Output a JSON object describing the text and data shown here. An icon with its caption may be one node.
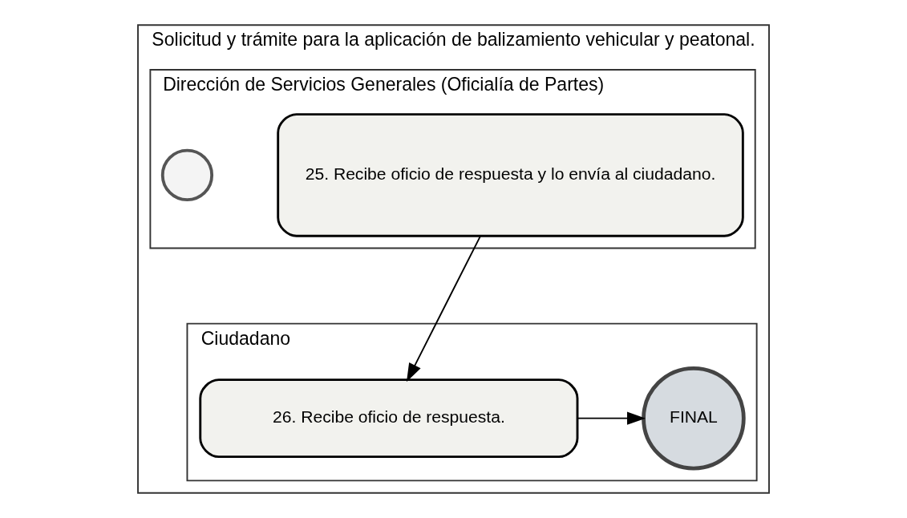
{
  "diagram": {
    "nodes": [
      {
        "text": [
          "Solicitud y trámite para la aplicación de balizamiento vehicular y peatonal."
        ]
      },
      {
        "text": [
          "Dirección de Servicios Generales (Oficialía de Partes)"
        ],
        "in": 0
      },
      {
        "text": [],
        "shape": "circle",
        "in": 1
      },
      {
        "text": [
          "25. Recibe oficio de respuesta y lo envía al ciudadano."
        ],
        "in": 1
      },
      {
        "text": [
          "Ciudadano"
        ],
        "in": 0
      },
      {
        "text": [
          "26. Recibe oficio de respuesta."
        ],
        "in": 4
      },
      {
        "text": [
          "FINAL"
        ],
        "in": 4
      }
    ],
    "edges": [
      {
        "from": 3,
        "to": 5,
        "arrow": "to"
      },
      {
        "from": 5,
        "to": 6,
        "arrow": "to"
      }
    ]
  }
}
